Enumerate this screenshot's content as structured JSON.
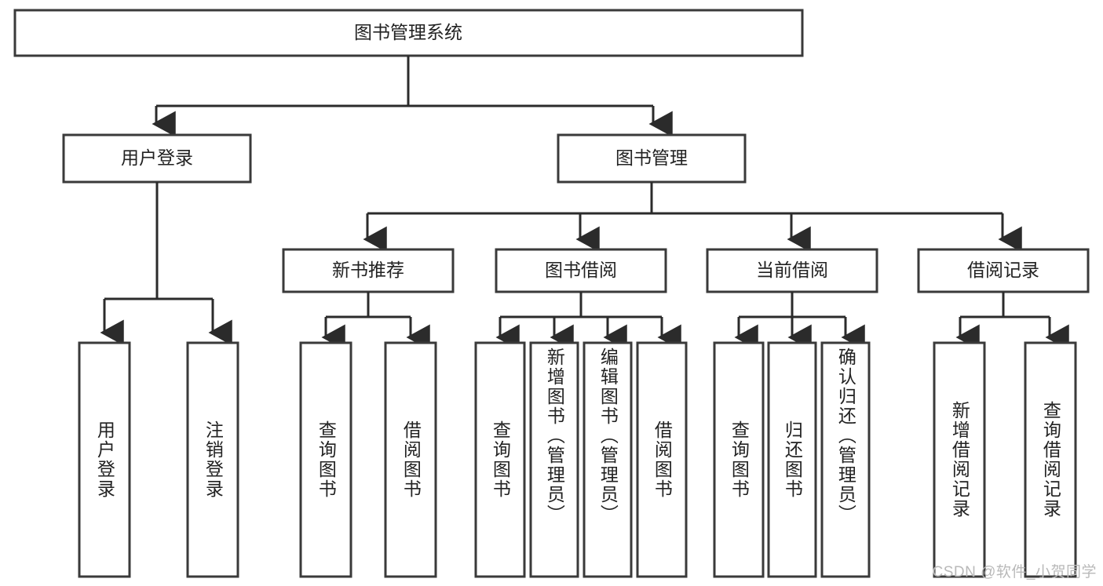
{
  "diagram": {
    "title_node": {
      "label": "图书管理系统"
    },
    "level2": [
      {
        "id": "user-login",
        "label": "用户登录"
      },
      {
        "id": "book-manage",
        "label": "图书管理"
      }
    ],
    "level3": [
      {
        "id": "new-book-rec",
        "label": "新书推荐"
      },
      {
        "id": "book-borrow",
        "label": "图书借阅"
      },
      {
        "id": "current-borrow",
        "label": "当前借阅"
      },
      {
        "id": "borrow-record",
        "label": "借阅记录"
      }
    ],
    "leaves": [
      {
        "id": "leaf-user-login",
        "label": "用户登录",
        "parent": "user-login",
        "align": "center"
      },
      {
        "id": "leaf-logout",
        "label": "注销登录",
        "parent": "user-login",
        "align": "center"
      },
      {
        "id": "leaf-query-book-1",
        "label": "查询图书",
        "parent": "new-book-rec",
        "align": "center"
      },
      {
        "id": "leaf-borrow-book-1",
        "label": "借阅图书",
        "parent": "new-book-rec",
        "align": "center"
      },
      {
        "id": "leaf-query-book-2",
        "label": "查询图书",
        "parent": "book-borrow",
        "align": "center"
      },
      {
        "id": "leaf-add-book",
        "label": "新增图书（管理员）",
        "parent": "book-borrow",
        "align": "top"
      },
      {
        "id": "leaf-edit-book",
        "label": "编辑图书（管理员）",
        "parent": "book-borrow",
        "align": "top"
      },
      {
        "id": "leaf-borrow-book-2",
        "label": "借阅图书",
        "parent": "book-borrow",
        "align": "center"
      },
      {
        "id": "leaf-query-book-3",
        "label": "查询图书",
        "parent": "current-borrow",
        "align": "center"
      },
      {
        "id": "leaf-return-book",
        "label": "归还图书",
        "parent": "current-borrow",
        "align": "center"
      },
      {
        "id": "leaf-confirm-return",
        "label": "确认归还（管理员）",
        "parent": "current-borrow",
        "align": "top"
      },
      {
        "id": "leaf-add-record",
        "label": "新增借阅记录",
        "parent": "borrow-record",
        "align": "center"
      },
      {
        "id": "leaf-query-record",
        "label": "查询借阅记录",
        "parent": "borrow-record",
        "align": "center"
      }
    ],
    "watermark": "CSDN @软件_小贺同学",
    "colors": {
      "box_stroke": "#3a3a3a",
      "connector": "#2b2b2b",
      "text": "#222222",
      "background": "#ffffff",
      "watermark": "#b9b9b9"
    }
  }
}
